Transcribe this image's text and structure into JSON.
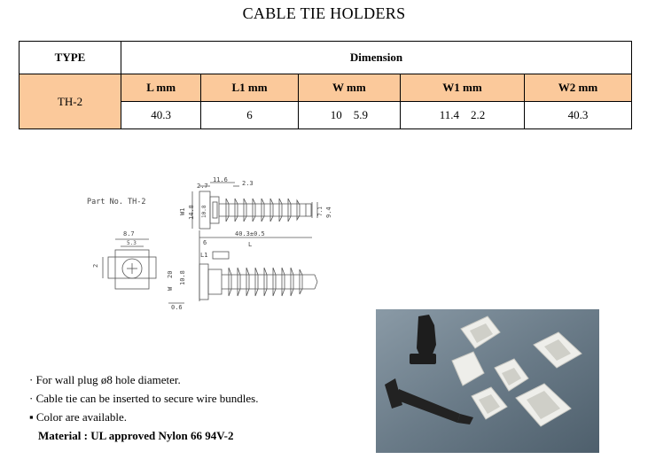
{
  "title": "CABLE TIE HOLDERS",
  "table": {
    "type_header": "TYPE",
    "dimension_header": "Dimension",
    "type_value": "TH-2",
    "columns": [
      "L mm",
      "L1 mm",
      "W mm",
      "W1 mm",
      "W2 mm"
    ],
    "values": [
      "40.3",
      "6",
      "10    5.9",
      "11.4    2.2",
      "40.3"
    ]
  },
  "drawing": {
    "part_no": "Part No. TH-2",
    "dims": {
      "d27": "2.7",
      "d116": "11.6",
      "d23": "2.3",
      "w1": "W1",
      "d148": "14.8",
      "d108a": "10.8",
      "d94": "9.4",
      "d71": "7.1",
      "d403": "40.3±0.5",
      "d6": "6",
      "l1": "L1",
      "l": "L",
      "d87": "8.7",
      "d53": "5.3",
      "d2": "2",
      "w": "W",
      "d20": "20",
      "d108b": "10.8",
      "d06": "0.6"
    }
  },
  "notes": [
    "· For wall plug ø8 hole diameter.",
    "· Cable tie can be inserted to secure wire bundles.",
    "▪ Color are available."
  ],
  "material": "Material : UL approved Nylon 66 94V-2"
}
